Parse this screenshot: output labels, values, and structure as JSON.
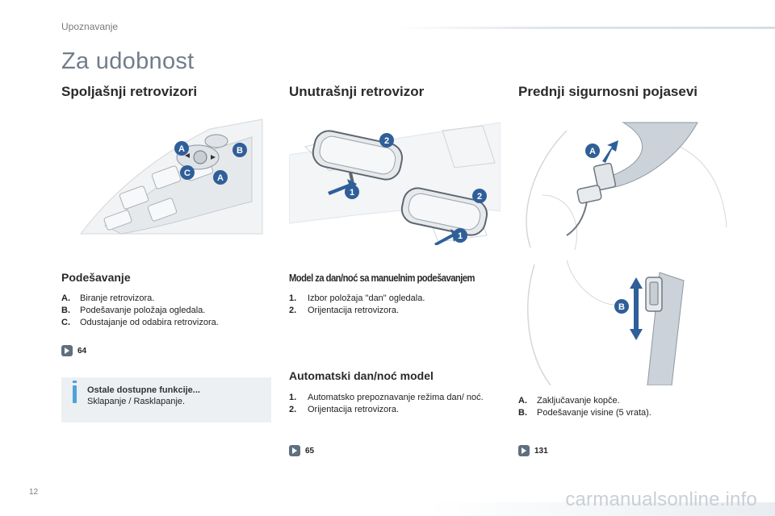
{
  "header": {
    "section": "Upoznavanje",
    "title": "Za udobnost"
  },
  "col1": {
    "heading": "Spoljašnji retrovizori",
    "subheading": "Podešavanje",
    "items": [
      {
        "key": "A.",
        "text": "Biranje retrovizora."
      },
      {
        "key": "B.",
        "text": "Podešavanje položaja ogledala."
      },
      {
        "key": "C.",
        "text": "Odustajanje od odabira retrovizora."
      }
    ],
    "ref": "64",
    "callout_labels": [
      "A",
      "B",
      "C",
      "A"
    ],
    "info": {
      "title": "Ostale dostupne funkcije...",
      "text": "Sklapanje / Rasklapanje."
    }
  },
  "col2": {
    "heading": "Unutrašnji retrovizor",
    "subheading1": "Model za dan/noć sa manuelnim podešavanjem",
    "items1": [
      {
        "key": "1.",
        "text": "Izbor položaja \"dan\" ogledala."
      },
      {
        "key": "2.",
        "text": "Orijentacija retrovizora."
      }
    ],
    "subheading2": "Automatski dan/noć model",
    "items2": [
      {
        "key": "1.",
        "text": "Automatsko prepoznavanje režima dan/ noć."
      },
      {
        "key": "2.",
        "text": "Orijentacija retrovizora."
      }
    ],
    "ref": "65",
    "callout_labels": [
      "2",
      "1",
      "2",
      "1"
    ]
  },
  "col3": {
    "heading": "Prednji sigurnosni pojasevi",
    "items": [
      {
        "key": "A.",
        "text": "Zaključavanje kopče."
      },
      {
        "key": "B.",
        "text": "Podešavanje visine (5 vrata)."
      }
    ],
    "ref": "131",
    "callout_labels": [
      "A",
      "B"
    ]
  },
  "footer": {
    "page_number": "12",
    "watermark": "carmanualsonline.info"
  },
  "colors": {
    "callout": "#2f5f99",
    "title_gray": "#707d8a",
    "info_accent": "#4ea3d8",
    "ref_icon": "#5f6f80"
  }
}
